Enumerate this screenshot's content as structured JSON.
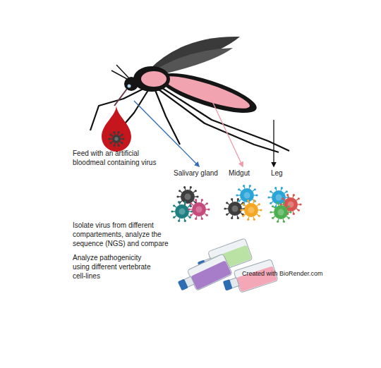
{
  "diagram": {
    "labels": [
      "Feed with an artificial bloodmeal containing virus",
      "Salivary gland",
      "Midgut",
      "Leg",
      "Isolate virus from different compartements, analyze the sequence (NGS) and compare",
      "Analyze pathogenicity using different vertebrate cell-lines",
      "Created with BioRender.com"
    ]
  }
}
